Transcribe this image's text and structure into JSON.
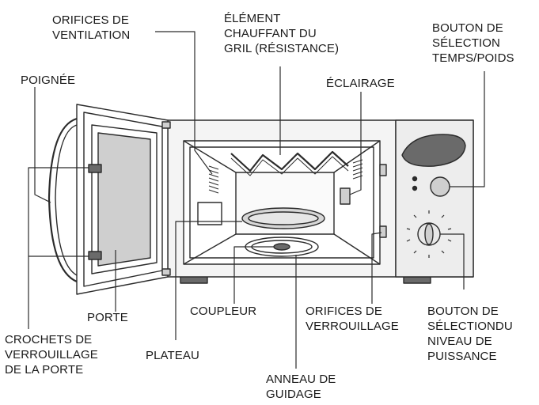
{
  "labels": {
    "orifices_ventilation": "ORIFICES DE\nVENTILATION",
    "element_chauffant": "ÉLÉMENT\nCHAUFFANT DU\nGRIL (RÉSISTANCE)",
    "bouton_temps": "BOUTON DE\nSÉLECTION\nTEMPS/POIDS",
    "poignee": "POIGNÉE",
    "eclairage": "ÉCLAIRAGE",
    "porte": "PORTE",
    "coupleur": "COUPLEUR",
    "orifices_verrouillage": "ORIFICES DE\nVERROUILLAGE",
    "bouton_puissance": "BOUTON DE\nSÉLECTIONDU\nNIVEAU DE\nPUISSANCE",
    "crochets": "CROCHETS DE\nVERROUILLAGE\nDE LA PORTE",
    "plateau": "PLATEAU",
    "anneau": "ANNEAU DE\nGUIDAGE"
  },
  "colors": {
    "line": "#2b2b2b",
    "fill_light": "#e8e8e8",
    "fill_mid": "#cfcfcf",
    "fill_dark": "#6a6a6a"
  }
}
